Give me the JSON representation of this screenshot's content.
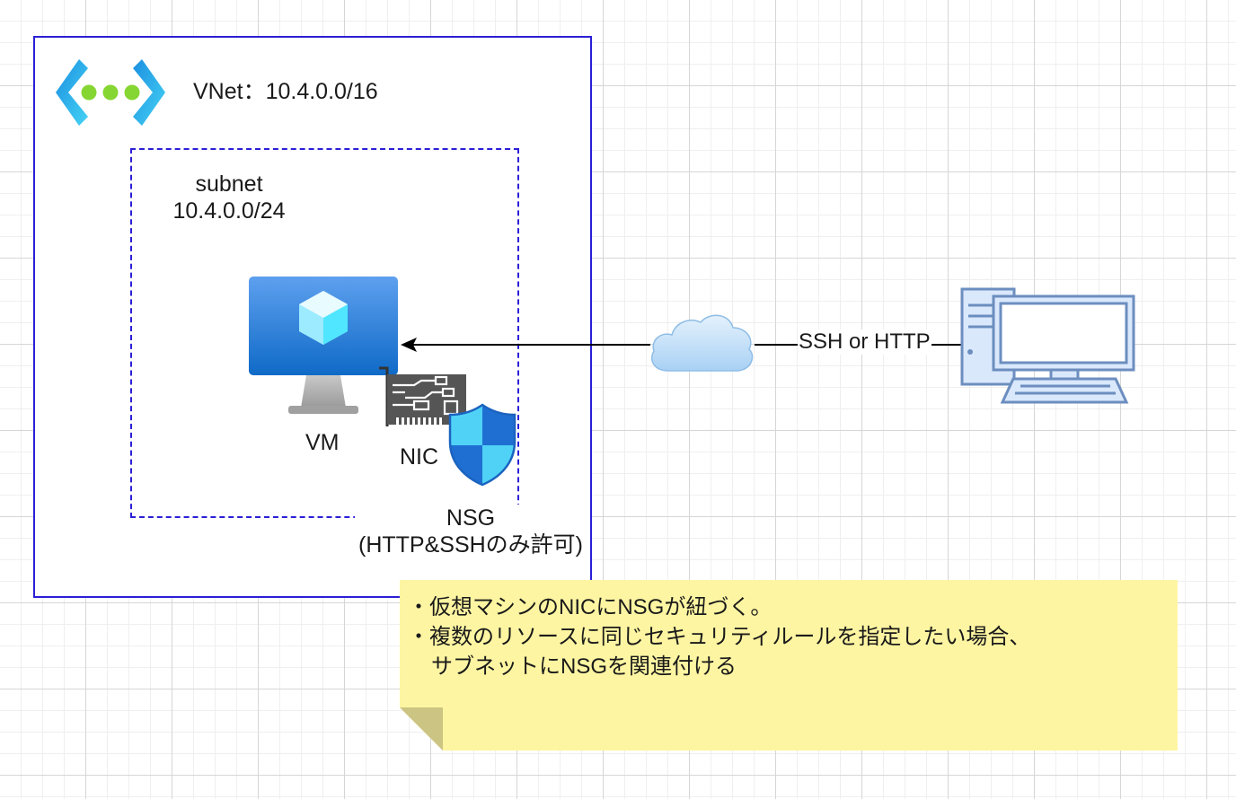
{
  "vnet": {
    "label": "VNet：10.4.0.0/16"
  },
  "subnet": {
    "name": "subnet",
    "cidr": "10.4.0.0/24"
  },
  "vm": {
    "label": "VM"
  },
  "nic": {
    "label": "NIC"
  },
  "nsg": {
    "name": "NSG",
    "rule": "(HTTP&SSHのみ許可)"
  },
  "connection": {
    "label": "SSH or HTTP"
  },
  "note": {
    "line1": "・仮想マシンのNICにNSGが紐づく。",
    "line2": "・複数のリソースに同じセキュリティルールを指定したい場合、",
    "line3": "サブネットにNSGを関連付ける"
  },
  "icons": {
    "vnet": "azure-virtual-network-icon",
    "vm": "azure-virtual-machine-icon",
    "nic": "network-interface-card-icon",
    "nsg": "network-security-group-shield-icon",
    "internet": "cloud-icon",
    "client": "desktop-computer-icon"
  },
  "colors": {
    "vnet_border": "#2a1fd6",
    "note_background": "#fdf5a2",
    "azure_blue": "#1f6fd2",
    "client_blue": "#6c8ebf"
  }
}
